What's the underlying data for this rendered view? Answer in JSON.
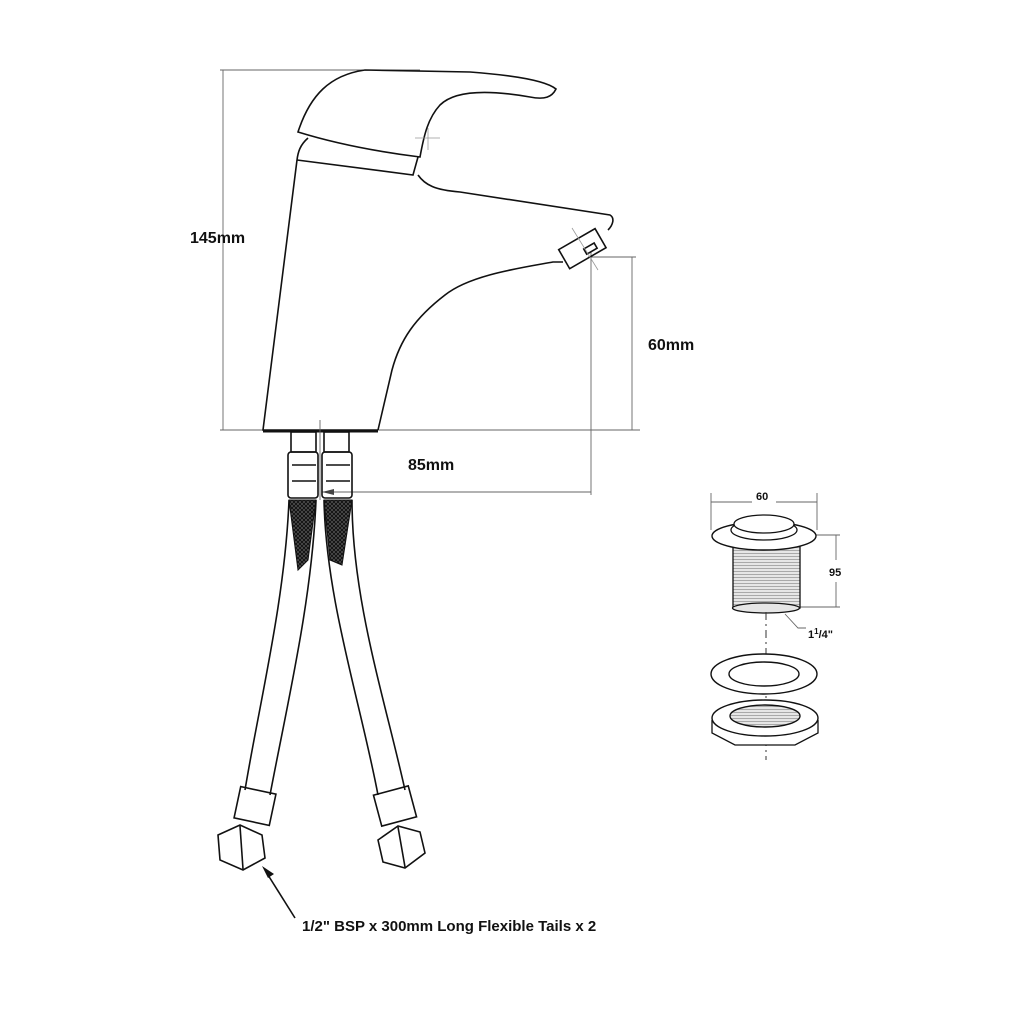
{
  "tap": {
    "height_label": "145mm",
    "spout_height_label": "60mm",
    "spout_reach_label": "85mm",
    "tails_label": "1/2\" BSP x 300mm Long Flexible Tails x 2"
  },
  "waste": {
    "width_label": "60",
    "height_label": "95",
    "thread_label_main": "1",
    "thread_label_sup": "1",
    "thread_label_rest": "/4\""
  },
  "colors": {
    "line": "#111111",
    "dimension": "#666666",
    "background": "#ffffff"
  }
}
